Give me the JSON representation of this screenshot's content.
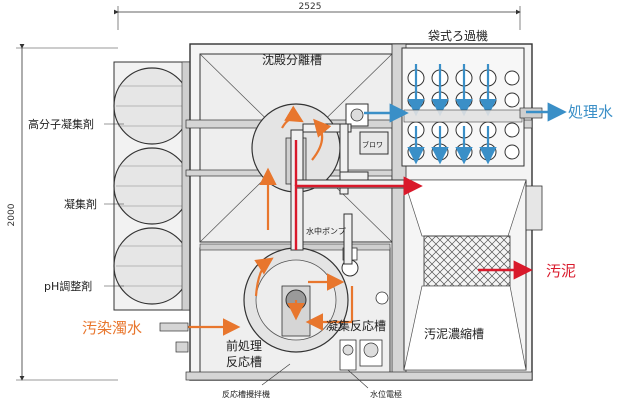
{
  "dimensions": {
    "width": "2525",
    "height": "2000"
  },
  "labels": {
    "bag_filter": "袋式ろ過機",
    "sedimentation_tank": "沈殿分離槽",
    "polymer_coagulant": "高分子凝集剤",
    "coagulant": "凝集剤",
    "ph_adjuster": "pH調整剤",
    "blower": "ブロワ",
    "submersible_pump": "水中ポンプ",
    "coagulation_tank": "凝集反応槽",
    "sludge_thickener": "汚泥濃縮槽",
    "pretreatment_line1": "前処理",
    "pretreatment_line2": "反応槽",
    "agitator": "反応槽攪拌機",
    "level_electrode": "水位電極"
  },
  "flows": {
    "treated_water": "処理水",
    "sludge": "汚泥",
    "contaminated_water": "汚染濁水"
  },
  "colors": {
    "treated_water": "#3a8fc7",
    "sludge": "#d9192b",
    "contaminated_water": "#e8762d",
    "line": "#333333",
    "fill": "#dcdcdc"
  }
}
